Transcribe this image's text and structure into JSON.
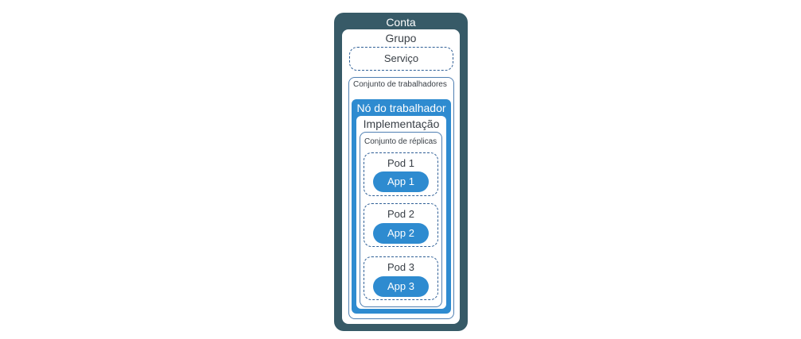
{
  "conta": {
    "label": "Conta"
  },
  "grupo": {
    "label": "Grupo"
  },
  "servico": {
    "label": "Serviço"
  },
  "conjunto_trabalhadores": {
    "label": "Conjunto de trabalhadores"
  },
  "no_trabalhador": {
    "label": "Nó do trabalhador"
  },
  "implementacao": {
    "label": "Implementação"
  },
  "conjunto_replicas": {
    "label": "Conjunto de réplicas"
  },
  "pods": [
    {
      "label": "Pod 1",
      "app": "App 1"
    },
    {
      "label": "Pod 2",
      "app": "App 2"
    },
    {
      "label": "Pod 3",
      "app": "App 3"
    }
  ],
  "colors": {
    "conta": "#375a67",
    "node": "#2e8bd0",
    "border": "#4f7fb2",
    "dashed": "#2f5f96"
  }
}
